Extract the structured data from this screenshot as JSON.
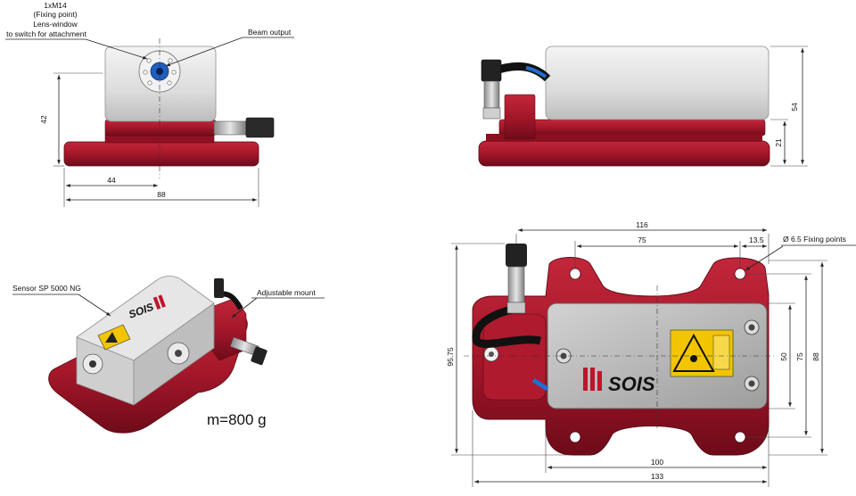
{
  "colors": {
    "base_red": "#a5172a",
    "base_red_dark": "#6e0b19",
    "housing_grey": "#e4e4e4",
    "housing_edge": "#9a9a9a",
    "label_yellow": "#f2c500",
    "cable_blue": "#1f6fd0",
    "dark": "#222222"
  },
  "views": {
    "front": {
      "annotation_m14_line1": "1xM14",
      "annotation_m14_line2": "(Fixing point)",
      "annotation_m14_line3": "Lens-window",
      "annotation_m14_line4": "to switch for attachment",
      "annotation_beam": "Beam output",
      "dim_height": "42",
      "dim_half_width": "44",
      "dim_width": "88"
    },
    "side": {
      "dim_total_height": "54",
      "dim_base_height": "21"
    },
    "iso": {
      "label_sensor": "Sensor SP 5000 NG",
      "label_mount": "Adjustable mount",
      "weight": "m=800 g",
      "brand": "SOIS"
    },
    "top": {
      "dim_116": "116",
      "dim_75_top": "75",
      "dim_13_5": "13.5",
      "label_fixing": "Ø 6.5 Fixing points",
      "dim_95_75": "95.75",
      "dim_50": "50",
      "dim_75_right": "75",
      "dim_88": "88",
      "dim_100": "100",
      "dim_133": "133",
      "brand": "SOIS"
    }
  }
}
